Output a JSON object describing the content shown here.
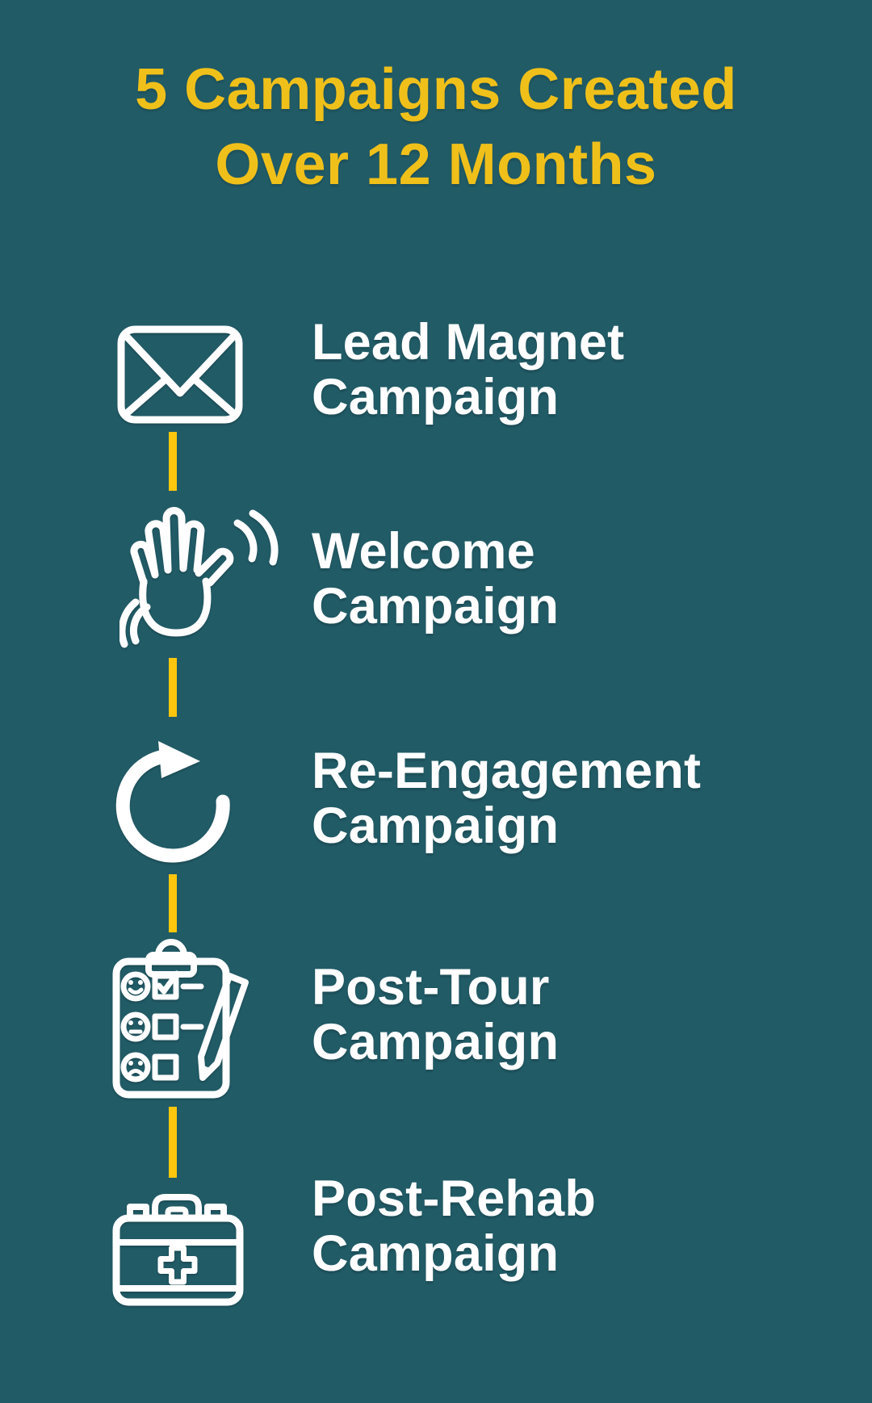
{
  "colors": {
    "background": "#215B66",
    "title_gold": "#F0C01A",
    "connector_yellow": "#FEC60D",
    "icon_white": "#FFFFFF",
    "text_white": "#FFFFFF"
  },
  "title": {
    "line1": "5 Campaigns Created",
    "line2": "Over 12 Months"
  },
  "timeline": {
    "items": [
      {
        "icon": "envelope-icon",
        "label_line1": "Lead Magnet",
        "label_line2": "Campaign"
      },
      {
        "icon": "waving-hand-icon",
        "label_line1": "Welcome",
        "label_line2": "Campaign"
      },
      {
        "icon": "refresh-arrow-icon",
        "label_line1": "Re-Engagement",
        "label_line2": "Campaign"
      },
      {
        "icon": "survey-clipboard-icon",
        "label_line1": "Post-Tour",
        "label_line2": "Campaign"
      },
      {
        "icon": "first-aid-kit-icon",
        "label_line1": "Post-Rehab",
        "label_line2": "Campaign"
      }
    ]
  }
}
